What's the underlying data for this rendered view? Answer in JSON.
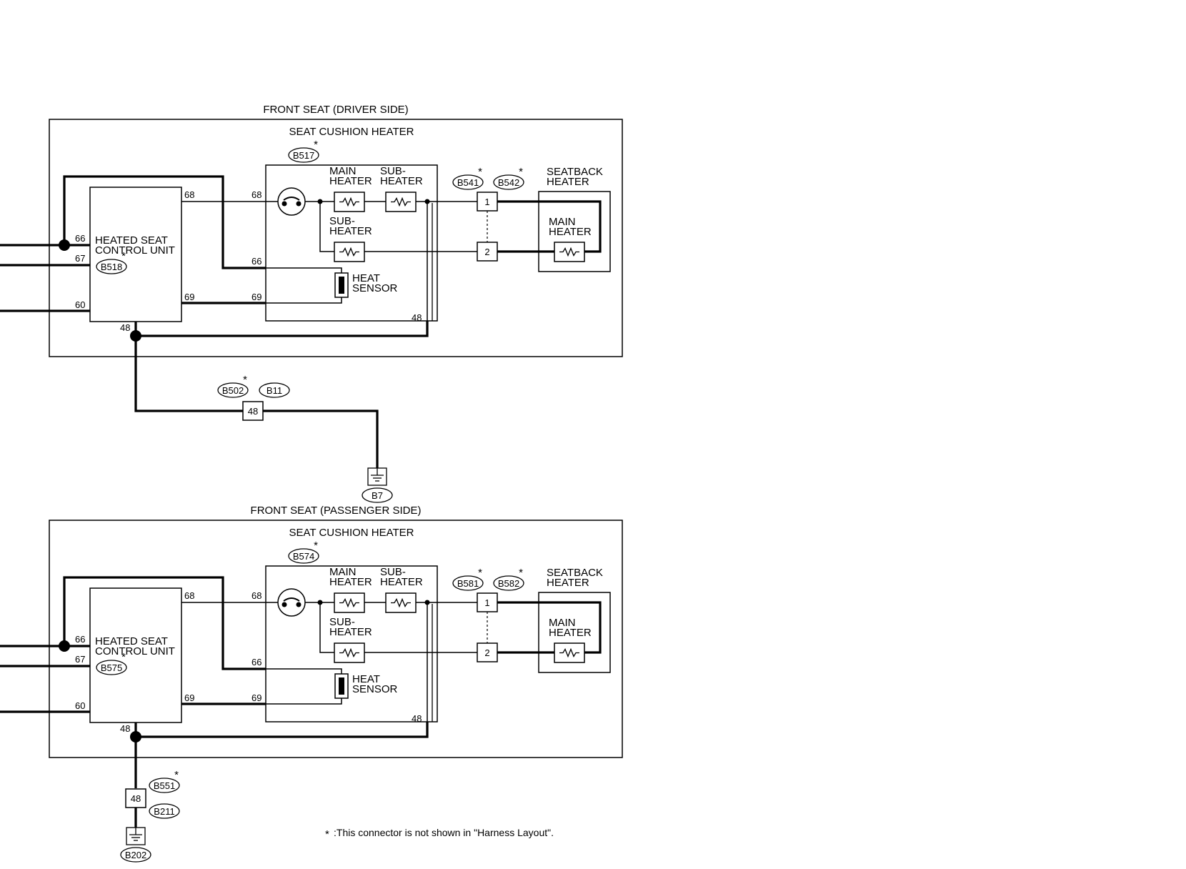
{
  "note": {
    "star": "*",
    "text": ":This connector is not shown in \"Harness Layout\"."
  },
  "sections": [
    {
      "title": "FRONT SEAT (DRIVER SIDE)",
      "cushion_heater_label": "SEAT CUSHION HEATER",
      "cushion_connector": "B517",
      "control_unit": [
        "HEATED SEAT",
        "CONTROL UNIT"
      ],
      "control_connector": "B518",
      "main_heater": [
        "MAIN",
        "HEATER"
      ],
      "sub_heater": [
        "SUB-",
        "HEATER"
      ],
      "sub_heater_2": [
        "SUB-",
        "HEATER"
      ],
      "heat_sensor": [
        "HEAT",
        "SENSOR"
      ],
      "seatback_label": [
        "SEATBACK",
        "HEATER"
      ],
      "seatback_main": [
        "MAIN",
        "HEATER"
      ],
      "seatback_connectors": [
        "B541",
        "B542"
      ],
      "pins": {
        "p68a": "68",
        "p68b": "68",
        "p66a": "66",
        "p66b": "66",
        "p67": "67",
        "p60": "60",
        "p69a": "69",
        "p69b": "69",
        "p48a": "48",
        "p48b": "48",
        "t1": "1",
        "t2": "2"
      },
      "ground_path": {
        "connectors": [
          "B502",
          "B11"
        ],
        "terminal": "48",
        "ground": "B7"
      }
    },
    {
      "title": "FRONT SEAT (PASSENGER SIDE)",
      "cushion_heater_label": "SEAT CUSHION HEATER",
      "cushion_connector": "B574",
      "control_unit": [
        "HEATED SEAT",
        "CONTROL UNIT"
      ],
      "control_connector": "B575",
      "main_heater": [
        "MAIN",
        "HEATER"
      ],
      "sub_heater": [
        "SUB-",
        "HEATER"
      ],
      "sub_heater_2": [
        "SUB-",
        "HEATER"
      ],
      "heat_sensor": [
        "HEAT",
        "SENSOR"
      ],
      "seatback_label": [
        "SEATBACK",
        "HEATER"
      ],
      "seatback_main": [
        "MAIN",
        "HEATER"
      ],
      "seatback_connectors": [
        "B581",
        "B582"
      ],
      "pins": {
        "p68a": "68",
        "p68b": "68",
        "p66a": "66",
        "p66b": "66",
        "p67": "67",
        "p60": "60",
        "p69a": "69",
        "p69b": "69",
        "p48a": "48",
        "p48b": "48",
        "t1": "1",
        "t2": "2"
      },
      "ground_path": {
        "connectors": [
          "B551",
          "B211"
        ],
        "terminal": "48",
        "ground": "B202"
      }
    }
  ]
}
